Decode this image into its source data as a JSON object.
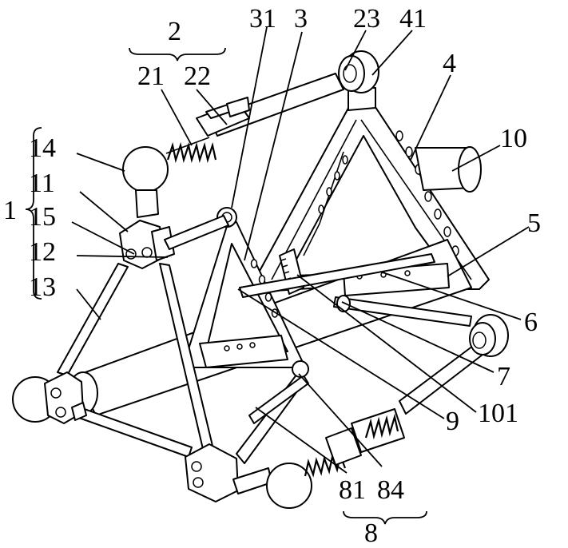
{
  "labels": {
    "l2": "2",
    "l21": "21",
    "l22": "22",
    "l31": "31",
    "l3": "3",
    "l23": "23",
    "l41": "41",
    "l4": "4",
    "l10": "10",
    "l14": "14",
    "l11": "11",
    "l1": "1",
    "l15": "15",
    "l12": "12",
    "l13": "13",
    "l5": "5",
    "l6": "6",
    "l7": "7",
    "l101": "101",
    "l9": "9",
    "l81": "81",
    "l84": "84",
    "l8": "8"
  }
}
